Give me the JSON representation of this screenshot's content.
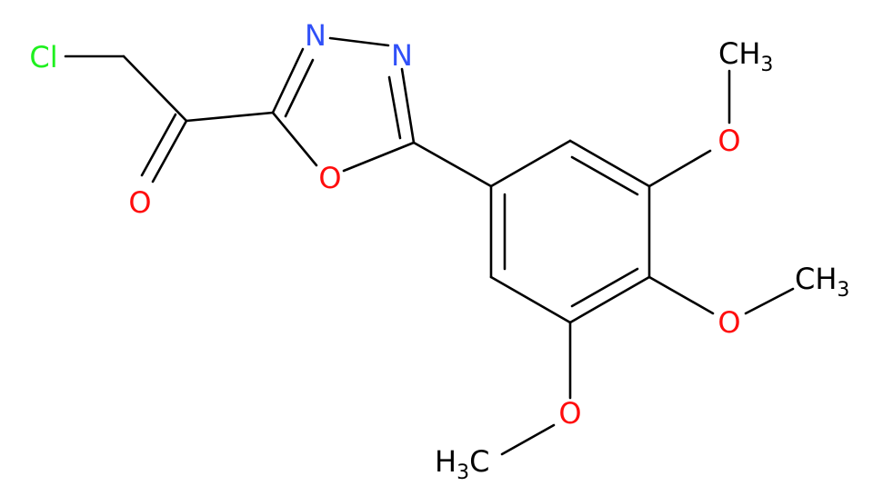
{
  "colors": {
    "bond": "#000000",
    "carbon_group": "#000000",
    "oxygen": "#ff0d0d",
    "nitrogen": "#3050f8",
    "chlorine": "#1ff01f"
  },
  "atoms": {
    "cl": "Cl",
    "o_carbonyl": "O",
    "n_left": "N",
    "n_right": "N",
    "o_ring": "O",
    "o_methoxy_top": "O",
    "o_methoxy_mid": "O",
    "o_methoxy_bottom": "O",
    "ch3_top": {
      "main": "CH",
      "sub": "3"
    },
    "ch3_mid": {
      "main": "CH",
      "sub": "3"
    },
    "ch3_bottom": {
      "pre": "H",
      "sub": "3",
      "post": "C"
    }
  }
}
